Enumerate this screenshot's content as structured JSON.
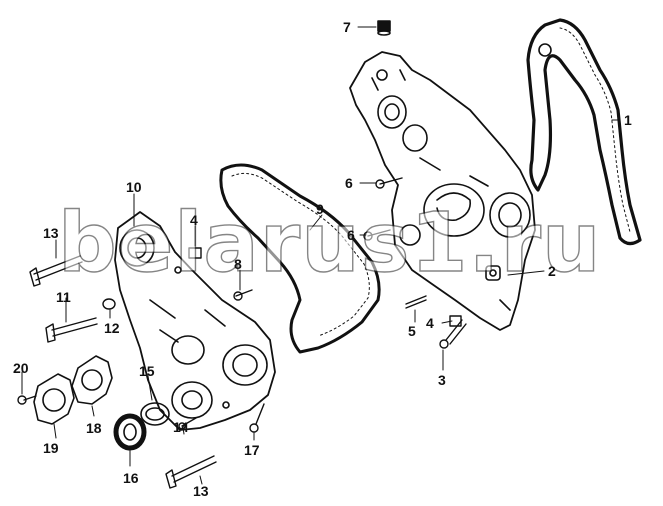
{
  "watermark": {
    "text": "belarus1.ru"
  },
  "callouts": [
    {
      "id": "1",
      "text": "1"
    },
    {
      "id": "2",
      "text": "2"
    },
    {
      "id": "3",
      "text": "3"
    },
    {
      "id": "4a",
      "text": "4"
    },
    {
      "id": "4b",
      "text": "4"
    },
    {
      "id": "5",
      "text": "5"
    },
    {
      "id": "6a",
      "text": "6"
    },
    {
      "id": "6b",
      "text": "6"
    },
    {
      "id": "7",
      "text": "7"
    },
    {
      "id": "8",
      "text": "8"
    },
    {
      "id": "9",
      "text": "9"
    },
    {
      "id": "10",
      "text": "10"
    },
    {
      "id": "11",
      "text": "11"
    },
    {
      "id": "12",
      "text": "12"
    },
    {
      "id": "13a",
      "text": "13"
    },
    {
      "id": "13b",
      "text": "13"
    },
    {
      "id": "14",
      "text": "14"
    },
    {
      "id": "15",
      "text": "15"
    },
    {
      "id": "16",
      "text": "16"
    },
    {
      "id": "17",
      "text": "17"
    },
    {
      "id": "18",
      "text": "18"
    },
    {
      "id": "19",
      "text": "19"
    },
    {
      "id": "20",
      "text": "20"
    }
  ],
  "colors": {
    "ink": "#111111",
    "gasket_fill": "#ffffff",
    "background": "#ffffff"
  }
}
